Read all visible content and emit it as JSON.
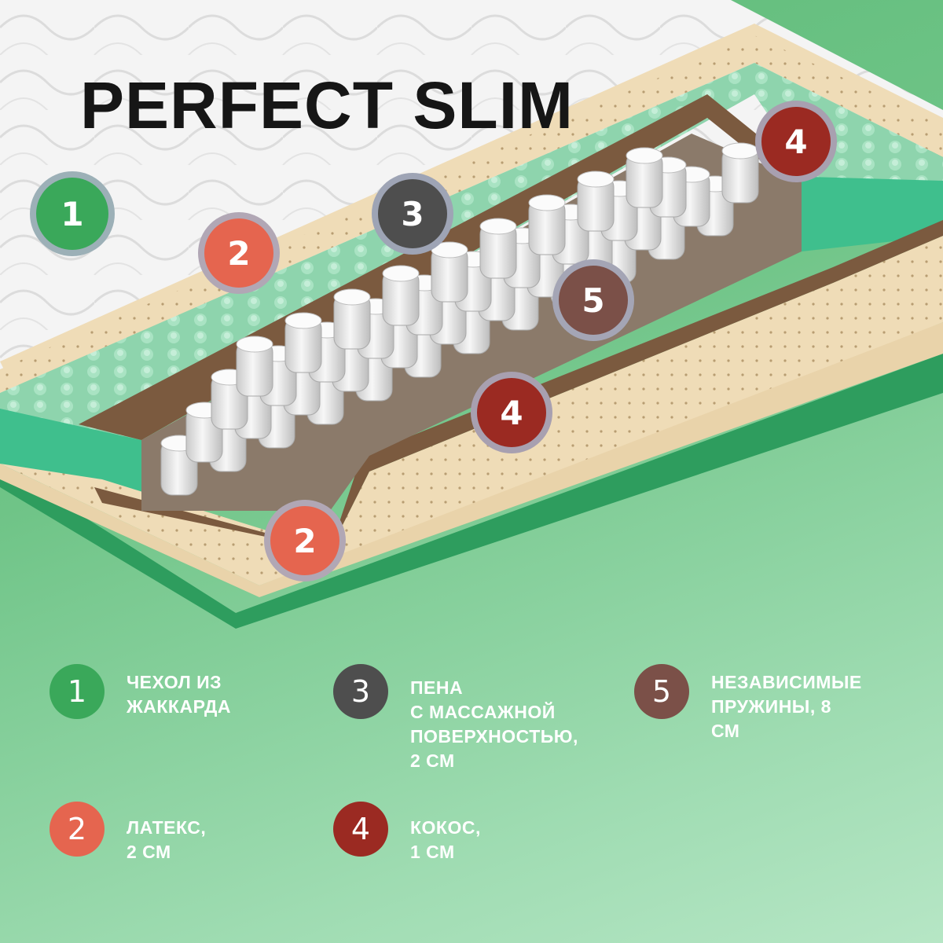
{
  "title": "PERFECT SLIM",
  "colors": {
    "marker_1": "#3aa85a",
    "marker_2": "#e5654f",
    "marker_3": "#4e4e4e",
    "marker_4": "#9b2a22",
    "marker_5": "#7b5048"
  },
  "markers": [
    {
      "number": "1"
    },
    {
      "number": "2"
    },
    {
      "number": "3"
    },
    {
      "number": "4"
    },
    {
      "number": "5"
    },
    {
      "number": "4"
    },
    {
      "number": "2"
    }
  ],
  "legend": [
    {
      "number": "1",
      "text": "ЧЕХОЛ ИЗ\nЖАККАРДА"
    },
    {
      "number": "2",
      "text": "ЛАТЕКС, 2 СМ"
    },
    {
      "number": "3",
      "text": "ПЕНА\nС МАССАЖНОЙ\nПОВЕРХНОСТЬЮ,\n2 СМ"
    },
    {
      "number": "4",
      "text": "КОКОС, 1 СМ"
    },
    {
      "number": "5",
      "text": "НЕЗАВИСИМЫЕ\nПРУЖИНЫ, 8 СМ"
    }
  ]
}
